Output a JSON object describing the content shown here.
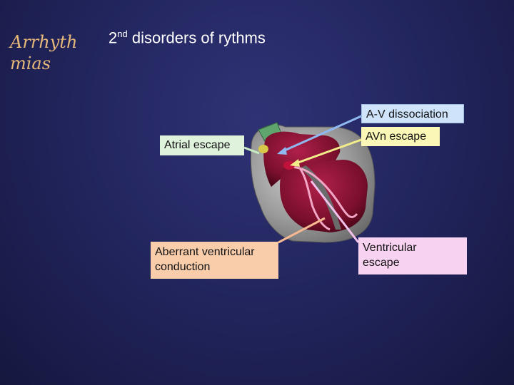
{
  "sidebar": {
    "title_line1": "Arrhyth",
    "title_line2": "mias"
  },
  "header": {
    "title_prefix": "2",
    "title_sup": "nd",
    "title_rest": " disorders of rythms"
  },
  "labels": {
    "av_dissociation": "A-V dissociation",
    "avn_escape": "AVn escape",
    "atrial_escape": "Atrial escape",
    "aberrant_line1": "Aberrant ventricular",
    "aberrant_line2": "conduction",
    "ventricular_line1": "Ventricular",
    "ventricular_line2": "escape"
  },
  "colors": {
    "av_dissociation": "#cfe4fb",
    "avn_escape": "#fbf7b6",
    "atrial_escape": "#dff2dc",
    "aberrant": "#f9ccaa",
    "ventricular": "#f8d2f1",
    "side_title": "#e6b87a"
  }
}
